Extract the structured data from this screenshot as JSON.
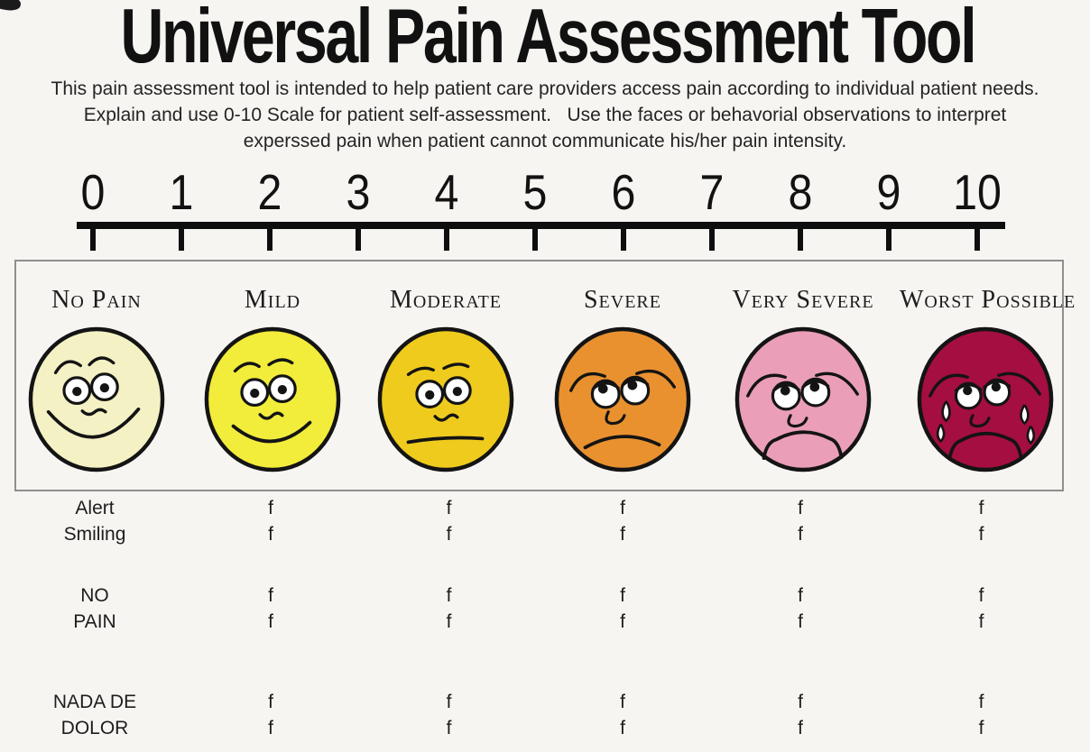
{
  "page": {
    "title": "Universal Pain Assessment Tool",
    "description_lines": [
      "This pain assessment tool is intended to help patient care providers access pain according to individual patient needs.",
      "Explain and use 0-10 Scale for patient self-assessment.   Use the faces or behavorial observations to interpret",
      "experssed pain when patient cannot communicate his/her pain intensity."
    ]
  },
  "scale": {
    "numbers": [
      "0",
      "1",
      "2",
      "3",
      "4",
      "5",
      "6",
      "7",
      "8",
      "9",
      "10"
    ]
  },
  "faces": [
    {
      "label": "No Pain",
      "color": "#f4f1c4",
      "expression": "broad-smile"
    },
    {
      "label": "Mild",
      "color": "#f2ec3b",
      "expression": "smile"
    },
    {
      "label": "Moderate",
      "color": "#efcb1d",
      "expression": "neutral"
    },
    {
      "label": "Severe",
      "color": "#e9912f",
      "expression": "frown"
    },
    {
      "label": "Very Severe",
      "color": "#eb9eb8",
      "expression": "deep-frown"
    },
    {
      "label": "Worst Possible",
      "color": "#a50e40",
      "expression": "crying"
    }
  ],
  "observations": {
    "rows": [
      {
        "label": "Alert",
        "cells": [
          "f",
          "f",
          "f",
          "f",
          "f"
        ]
      },
      {
        "label": "Smiling",
        "cells": [
          "f",
          "f",
          "f",
          "f",
          "f"
        ]
      },
      {
        "label": "NO",
        "cells": [
          "f",
          "f",
          "f",
          "f",
          "f"
        ]
      },
      {
        "label": "PAIN",
        "cells": [
          "f",
          "f",
          "f",
          "f",
          "f"
        ]
      },
      {
        "label": "NADA DE",
        "cells": [
          "f",
          "f",
          "f",
          "f",
          "f"
        ]
      },
      {
        "label": "DOLOR",
        "cells": [
          "f",
          "f",
          "f",
          "f",
          "f"
        ]
      }
    ]
  }
}
